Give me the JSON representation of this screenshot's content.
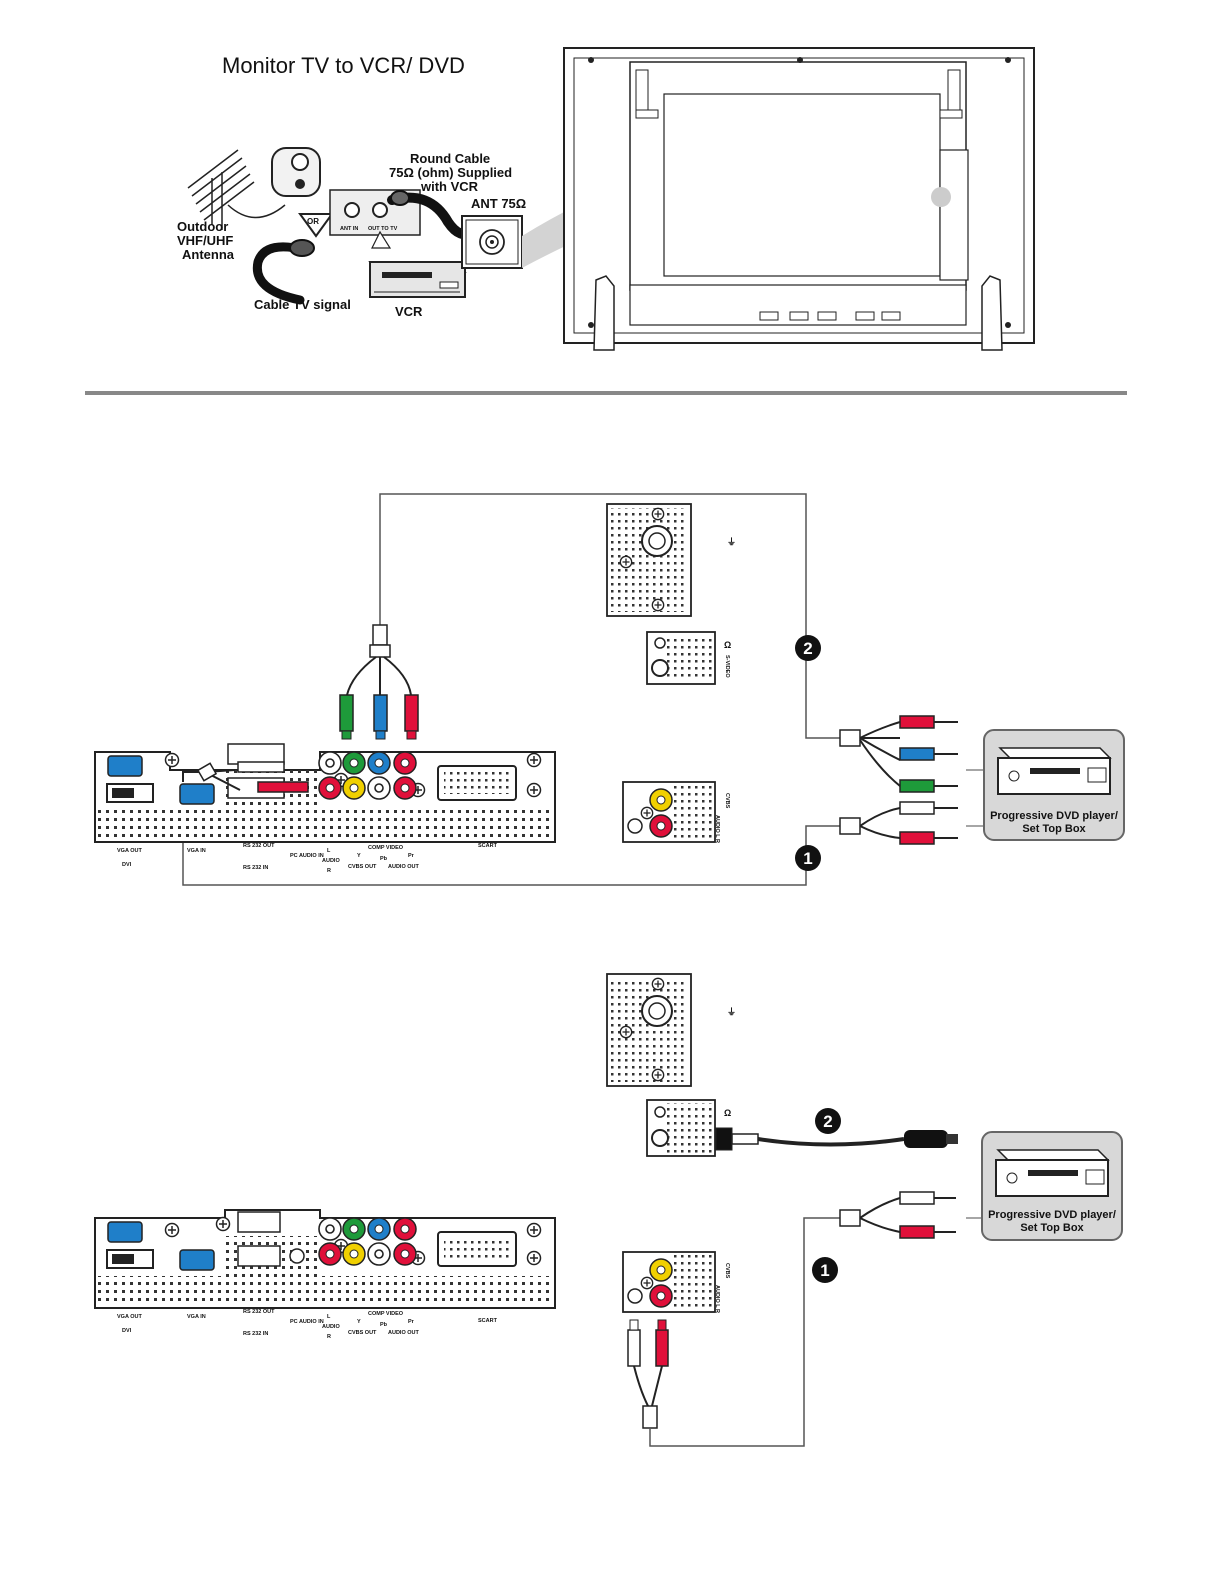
{
  "top_section": {
    "title": "Monitor TV to VCR/ DVD",
    "antenna_label": [
      "Outdoor",
      "VHF/UHF",
      "Antenna"
    ],
    "or_label": "OR",
    "cable_signal_label": "Cable TV signal",
    "round_cable_label": [
      "Round Cable",
      "75Ω (ohm) Supplied",
      "with VCR"
    ],
    "ant_label": "ANT 75Ω",
    "vcr_label": "VCR"
  },
  "panel_labels": {
    "vga_out": "VGA OUT",
    "dvi": "DVI",
    "vga_in": "VGA IN",
    "rs232_out": "RS 232 OUT",
    "rs232_in": "RS 232 IN",
    "pc_audio_in": "PC AUDIO IN",
    "audio": "AUDIO",
    "l": "L",
    "r": "R",
    "cvbs_out": "CVBS OUT",
    "comp_video": "COMP VIDEO",
    "y": "Y",
    "pb": "Pb",
    "pr": "Pr",
    "audio_out": "AUDIO OUT",
    "scart": "SCART"
  },
  "side_panel_labels": {
    "s_video": "S-VIDEO",
    "cvbs": "CVBS",
    "audio_lr": "AUDIO L R"
  },
  "middle_section": {
    "step_1": "1",
    "step_2": "2",
    "device_label": [
      "Progressive DVD player/",
      "Set Top Box"
    ]
  },
  "bottom_section": {
    "step_1": "1",
    "step_2": "2",
    "device_label": [
      "Progressive DVD player/",
      "Set Top Box"
    ]
  },
  "colors": {
    "green": "#1e9a3a",
    "blue": "#1f7fc9",
    "red": "#e0103a",
    "yellow": "#f0d000",
    "rule": "#888888"
  }
}
